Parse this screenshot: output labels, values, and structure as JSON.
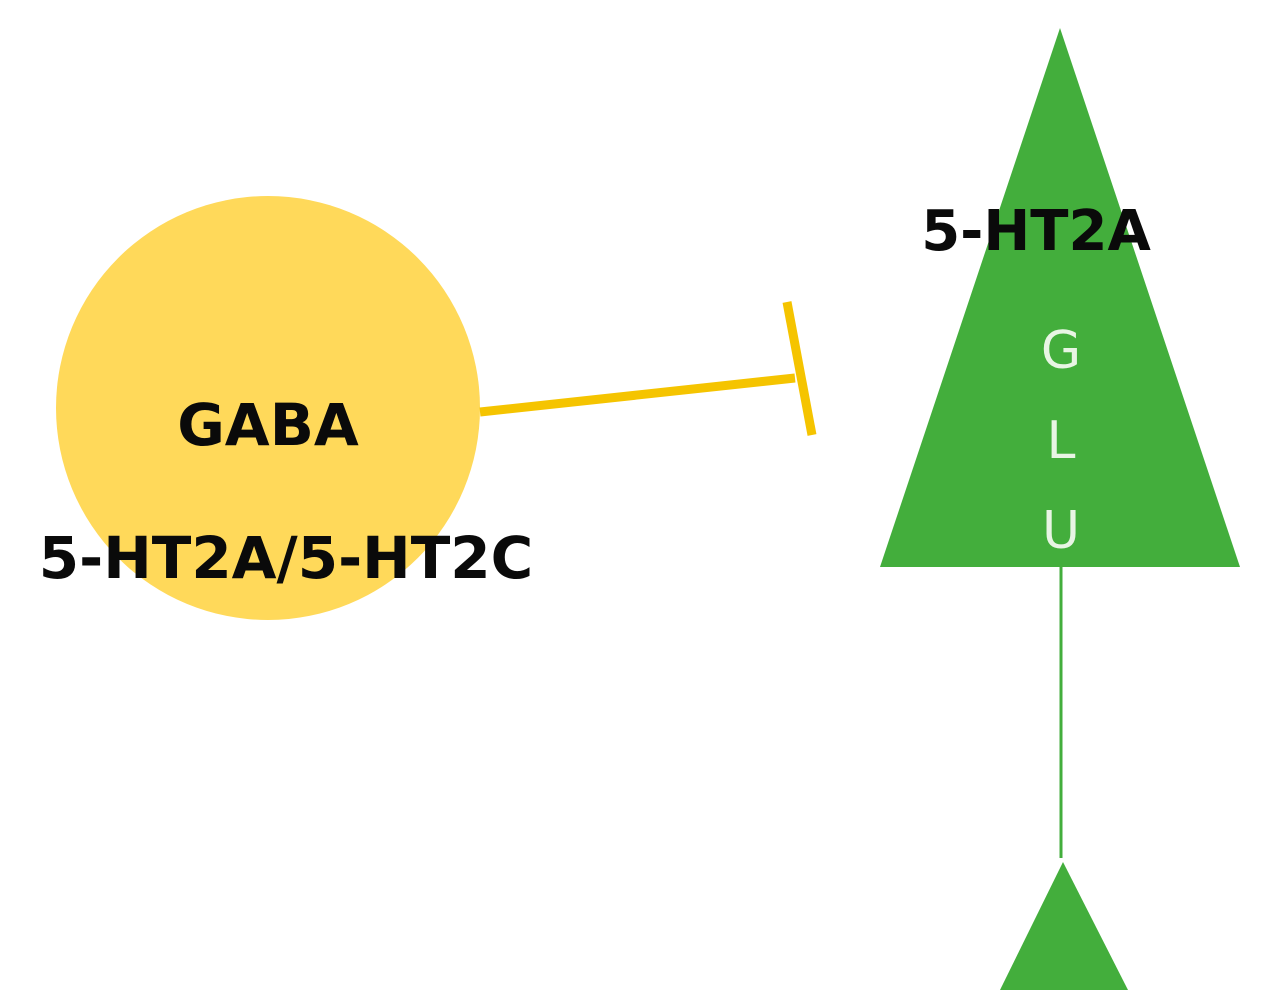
{
  "gaba_neuron": {
    "name": "GABA",
    "receptors": "5-HT2A/5-HT2C",
    "color": "#FFD95A"
  },
  "glutamate_neuron": {
    "receptor": "5-HT2A",
    "letters": [
      "G",
      "L",
      "U"
    ],
    "color": "#43AE3C"
  },
  "inhibitory_connection": {
    "color": "#F5C400",
    "type": "inhibition"
  }
}
